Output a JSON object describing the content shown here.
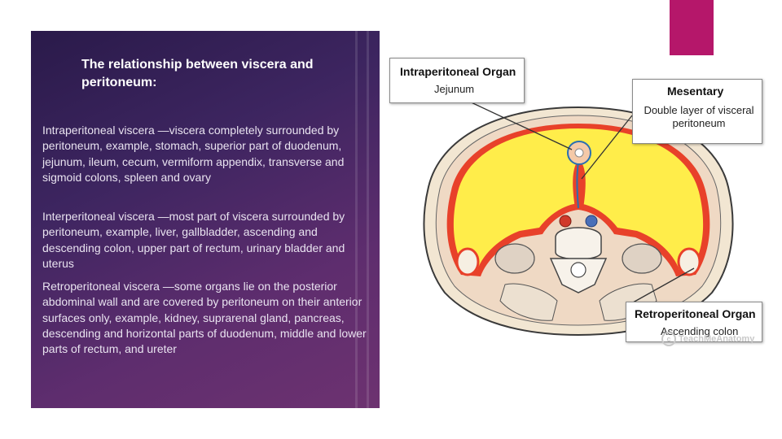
{
  "colors": {
    "accent": "#b5176a",
    "panel_dark": "#2a1a4a",
    "panel_light": "#6d3270",
    "peritoneum_red": "#e8412a",
    "cavity_yellow": "#ffed4a"
  },
  "slide": {
    "title": "The relationship between viscera and peritoneum:",
    "paragraphs": [
      "Intraperitoneal viscera —viscera completely surrounded by peritoneum, example, stomach, superior part of duodenum, jejunum, ileum, cecum, vermiform appendix, transverse and sigmoid colons, spleen and ovary",
      "Interperitoneal viscera —most part of viscera surrounded by peritoneum, example, liver, gallbladder, ascending and descending colon, upper part of rectum, urinary bladder and uterus",
      "Retroperitoneal viscera —some organs lie on the posterior abdominal wall and are covered by peritoneum on their anterior surfaces only, example, kidney, suprarenal gland, pancreas, descending and horizontal parts of duodenum, middle and lower parts of rectum, and ureter"
    ]
  },
  "figure": {
    "callouts": {
      "intraperitoneal": {
        "title": "Intraperitoneal Organ",
        "sub": "Jejunum"
      },
      "mesentery": {
        "title": "Mesentary",
        "sub": "Double layer of visceral peritoneum"
      },
      "retroperitoneal": {
        "title": "Retroperitoneal Organ",
        "sub": "Ascending colon"
      }
    },
    "watermark": "TeachMeAnatomy"
  }
}
